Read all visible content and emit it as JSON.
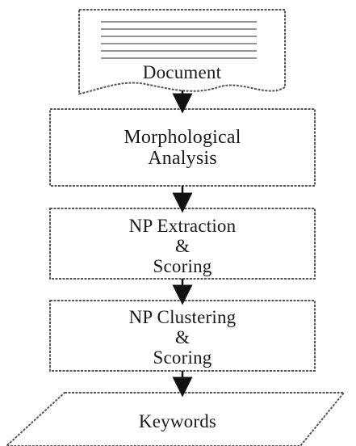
{
  "nodes": {
    "document": {
      "label": "Document"
    },
    "morphological": {
      "line1": "Morphological",
      "line2": "Analysis"
    },
    "np_extraction": {
      "line1": "NP Extraction",
      "line2": "&",
      "line3": "Scoring"
    },
    "np_clustering": {
      "line1": "NP Clustering",
      "line2": "&",
      "line3": "Scoring"
    },
    "keywords": {
      "label": "Keywords"
    }
  },
  "edges": [
    {
      "from": "document",
      "to": "morphological"
    },
    {
      "from": "morphological",
      "to": "np_extraction"
    },
    {
      "from": "np_extraction",
      "to": "np_clustering"
    },
    {
      "from": "np_clustering",
      "to": "keywords"
    }
  ],
  "colors": {
    "stroke": "#555555",
    "arrow": "#111111",
    "text": "#1a1a1a"
  }
}
